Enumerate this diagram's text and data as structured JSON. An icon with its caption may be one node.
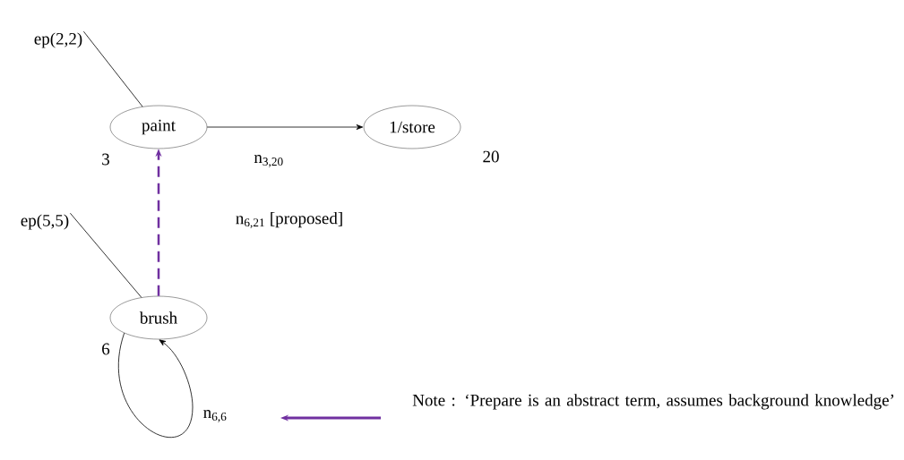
{
  "diagram": {
    "nodes": [
      {
        "text": [
          "ep(2,2)"
        ]
      },
      {
        "text": [
          "paint"
        ],
        "beside": [
          "3"
        ]
      },
      {
        "text": [
          "1/store"
        ],
        "beside": [
          "20"
        ]
      },
      {
        "text": [
          "ep(5,5)"
        ]
      },
      {
        "text": [
          "brush"
        ],
        "beside": [
          "6"
        ]
      },
      {
        "text": [
          "Note :  ‘Prepare is an abstract term, assumes background knowledge’"
        ]
      }
    ],
    "edges": [
      {
        "from": 0,
        "to": 1,
        "arrow": "none"
      },
      {
        "from": 1,
        "to": 2,
        "arrow": "to",
        "label": "n$_{3,20}$"
      },
      {
        "from": 3,
        "to": 4,
        "arrow": "none"
      },
      {
        "from": 4,
        "to": 1,
        "arrow": "to",
        "label": "n$_{6,21}$ [proposed]",
        "style": "dashed",
        "color": "#7030a0"
      },
      {
        "from": 4,
        "to": 4,
        "arrow": "to",
        "label": "n$_{6,6}$"
      },
      {
        "from": 5,
        "to": null,
        "arrow": "to",
        "style": "thick",
        "color": "#7030a0"
      }
    ]
  }
}
